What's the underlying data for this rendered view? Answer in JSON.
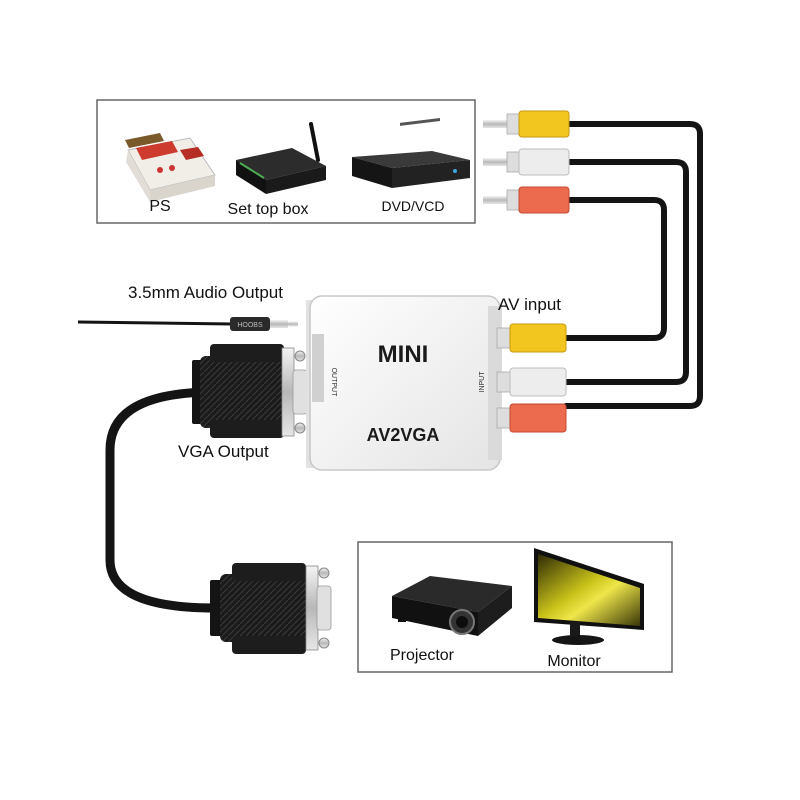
{
  "source_devices": {
    "items": [
      {
        "label": "PS"
      },
      {
        "label": "Set top box"
      },
      {
        "label": "DVD/VCD"
      }
    ]
  },
  "output_devices": {
    "items": [
      {
        "label": "Projector"
      },
      {
        "label": "Monitor"
      }
    ]
  },
  "converter": {
    "title": "MINI",
    "model": "AV2VGA",
    "output_port_label": "OUTPUT",
    "input_port_label": "INPUT"
  },
  "labels": {
    "audio_output": "3.5mm Audio Output",
    "av_input": "AV input",
    "vga_output": "VGA Output"
  },
  "jack_text": "HOOBS",
  "colors": {
    "rca_yellow": "#f2c61f",
    "rca_white": "#ededed",
    "rca_red": "#ec6a4e",
    "cable": "#141414",
    "box_border": "#555555",
    "converter_body": "#f5f5f5"
  }
}
